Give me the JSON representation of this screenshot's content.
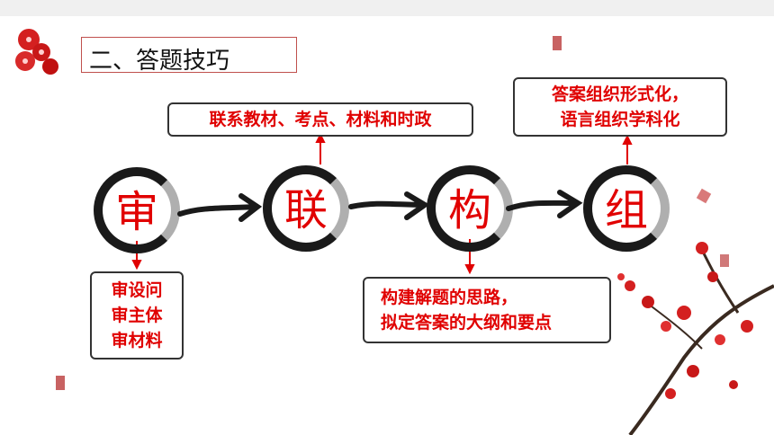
{
  "title": "二、答题技巧",
  "steps": [
    {
      "char": "审"
    },
    {
      "char": "联"
    },
    {
      "char": "构"
    },
    {
      "char": "组"
    }
  ],
  "callouts": {
    "shen": [
      "审设问",
      "审主体",
      "审材料"
    ],
    "lian": [
      "联系教材、考点、材料和时政"
    ],
    "gou": [
      "构建解题的思路，",
      "拟定答案的大纲和要点"
    ],
    "zu": [
      "答案组织形式化，",
      "语言组织学科化"
    ]
  },
  "colors": {
    "accent": "#e00000",
    "ink": "#1a1a1a",
    "frame": "#c0504d"
  }
}
